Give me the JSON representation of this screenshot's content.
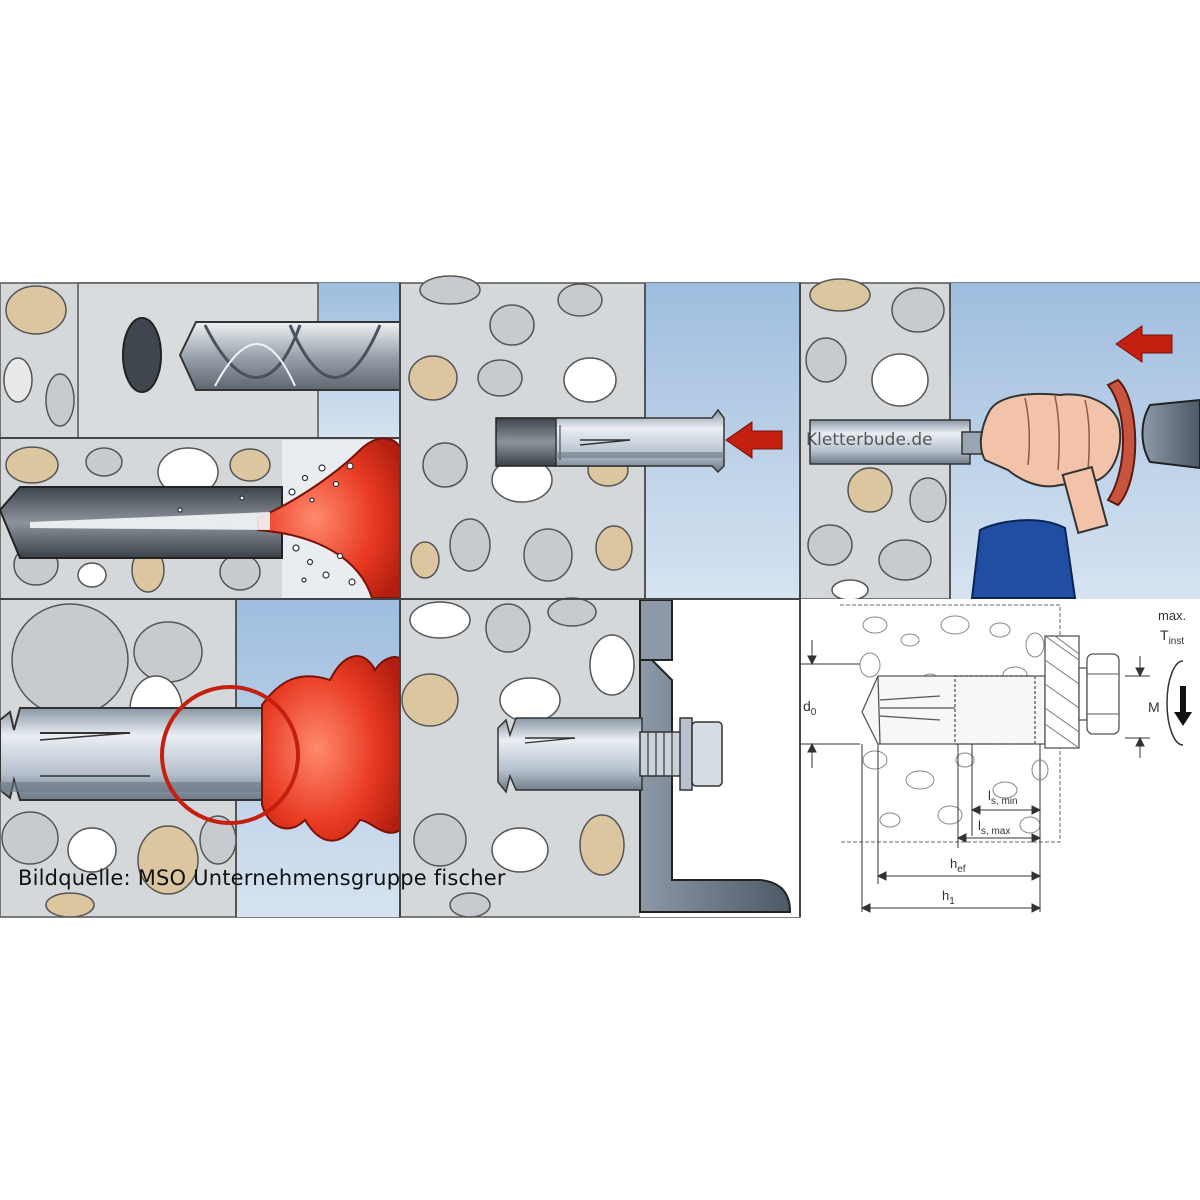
{
  "caption": "Bildquelle: MSO Unternehmensgruppe fischer",
  "watermark": "Kletterbude.de",
  "diagram": {
    "d0": "d",
    "d0_sub": "0",
    "M": "M",
    "torque_line1": "max.",
    "torque_main": "T",
    "torque_sub": "inst",
    "ls_min_main": "l",
    "ls_min_sub": "s, min",
    "ls_max_main": "l",
    "ls_max_sub": "s, max",
    "hef_main": "h",
    "hef_sub": "ef",
    "h1_main": "h",
    "h1_sub": "1"
  },
  "colors": {
    "concrete": "#d5d8db",
    "pebble_grey": "#c7cbd0",
    "pebble_beige": "#dcc6a0",
    "sky": "#b8cfe8",
    "red": "#e3351f",
    "anchor": "#b9c3cf",
    "steel_dark": "#5a6470"
  }
}
